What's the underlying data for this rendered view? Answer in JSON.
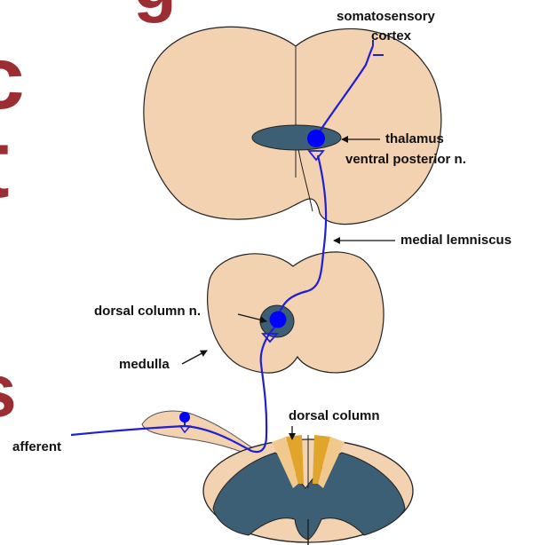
{
  "background": {
    "slide_color": "#9c2d32",
    "glyphs": [
      "g",
      "c",
      "t",
      "s"
    ]
  },
  "labels": {
    "somatosensory_cortex_line1": "somatosensory",
    "somatosensory_cortex_line2": "cortex",
    "thalamus": "thalamus",
    "ventral_posterior": "ventral posterior n.",
    "medial_lemniscus": "medial lemniscus",
    "dorsal_column_nucleus": "dorsal column n.",
    "medulla": "medulla",
    "dorsal_column": "dorsal column",
    "afferent": "afferent"
  },
  "colors": {
    "tissue": "#f3d2b1",
    "nucleus": "#3d5f75",
    "pathway": "#1f1fd6",
    "cell_body": "#0000ff",
    "tract": "#e0a52a"
  }
}
